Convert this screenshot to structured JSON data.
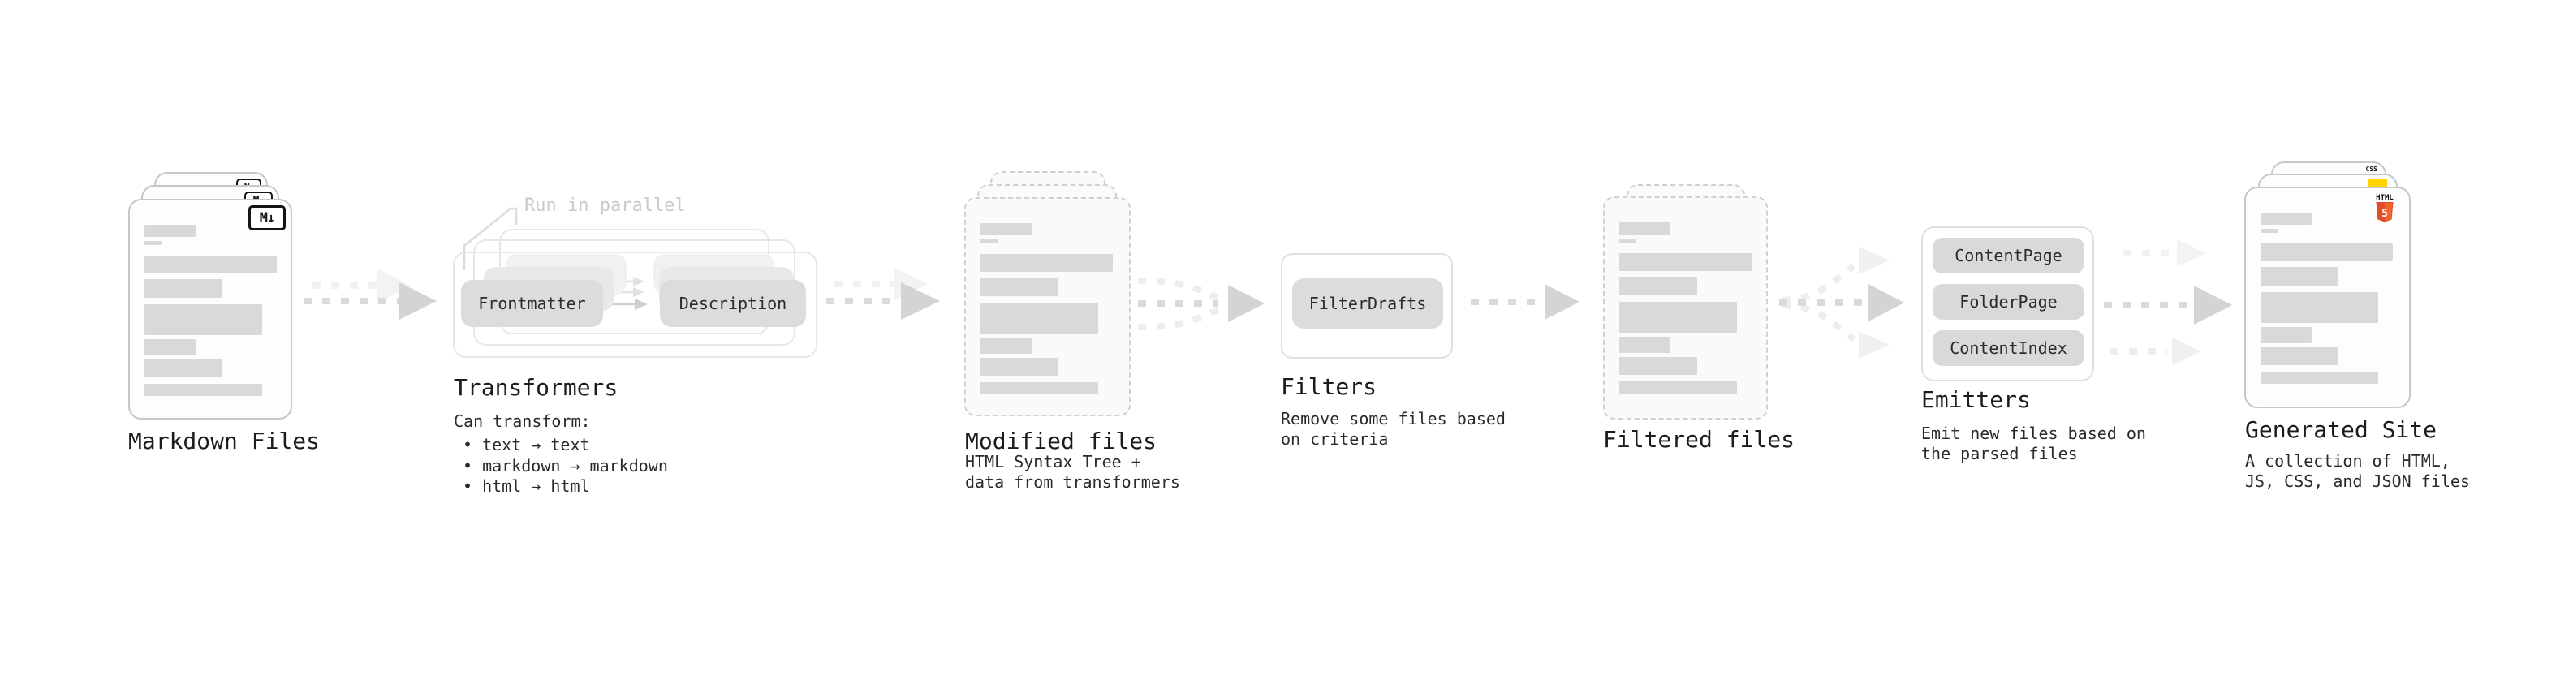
{
  "sections": {
    "markdown_files": {
      "title": "Markdown Files",
      "icon": "M↓"
    },
    "transformers": {
      "annotation": "Run in parallel",
      "chip_left": "Frontmatter",
      "chip_right": "Description",
      "title": "Transformers",
      "desc_heading": "Can transform:",
      "bullets": [
        "• text → text",
        "• markdown → markdown",
        "• html → html"
      ]
    },
    "modified_files": {
      "title": "Modified files",
      "subtitle": "HTML Syntax Tree +\ndata from transformers"
    },
    "filters": {
      "chip": "FilterDrafts",
      "title": "Filters",
      "subtitle": "Remove some files based\non criteria"
    },
    "filtered_files": {
      "title": "Filtered files"
    },
    "emitters": {
      "chips": [
        "ContentPage",
        "FolderPage",
        "ContentIndex"
      ],
      "title": "Emitters",
      "subtitle": "Emit new files based on\nthe parsed files"
    },
    "generated_site": {
      "title": "Generated Site",
      "subtitle": "A collection of HTML,\nJS, CSS, and JSON files",
      "css_icon_label": "CSS",
      "html_icon_label": "HTML",
      "html_icon_number": "5"
    }
  },
  "colors": {
    "html5_orange": "#e44d26",
    "html5_orange_light": "#f16529",
    "js_yellow": "#ffd400",
    "css_blue": "#2b66f6",
    "chip_gray": "#dcdcdc",
    "bar_gray": "#d9d9d9",
    "arrow_gray": "#dadada",
    "arrow_ghost": "#f2f2f2",
    "annotation_gray": "#c9c9c9",
    "text_dark": "#1c1c1c"
  }
}
